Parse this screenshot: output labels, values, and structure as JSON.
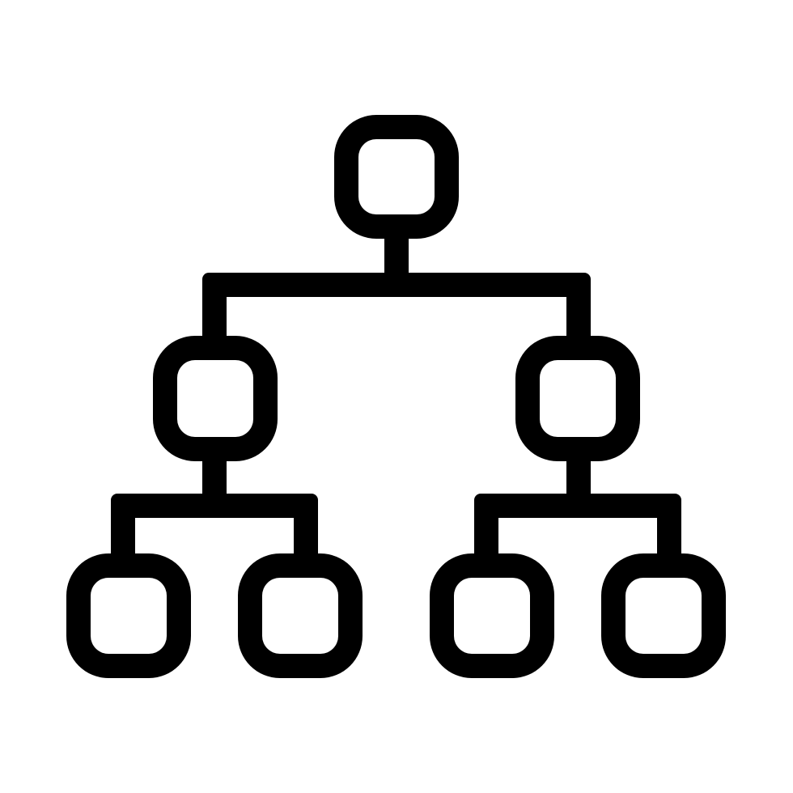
{
  "icon": {
    "name": "hierarchy-icon",
    "stroke_color": "#000000",
    "background_color": "#ffffff",
    "levels": 3,
    "nodes": [
      {
        "id": "root",
        "level": 0
      },
      {
        "id": "left",
        "level": 1,
        "parent": "root"
      },
      {
        "id": "right",
        "level": 1,
        "parent": "root"
      },
      {
        "id": "left-left",
        "level": 2,
        "parent": "left"
      },
      {
        "id": "left-right",
        "level": 2,
        "parent": "left"
      },
      {
        "id": "right-left",
        "level": 2,
        "parent": "right"
      },
      {
        "id": "right-right",
        "level": 2,
        "parent": "right"
      }
    ]
  }
}
